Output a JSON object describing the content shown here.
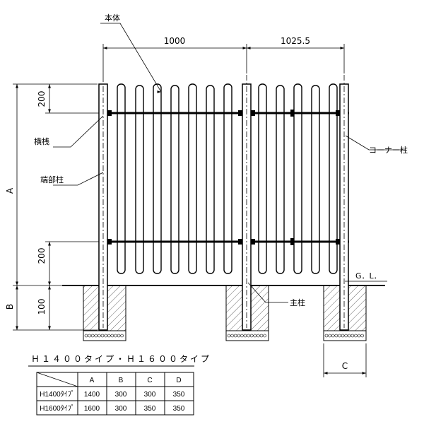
{
  "labels": {
    "honntai": "本体",
    "yokosan": "横桟",
    "tanbu": "端部柱",
    "corner": "コーナー柱",
    "shuchu": "主柱",
    "gl": "G．L．"
  },
  "dimensions": {
    "span_left": "1000",
    "span_right": "1025.5",
    "top_offset": "200",
    "bottom_offset": "200",
    "A": "A",
    "B": "B",
    "embed": "100",
    "C": "C"
  },
  "table": {
    "title": "Ｈ１４００タイプ・Ｈ１６００タイプ",
    "headers": [
      "A",
      "B",
      "C",
      "D"
    ],
    "rows": [
      {
        "type": "H1400ﾀｲﾌﾟ",
        "values": [
          "1400",
          "300",
          "300",
          "350"
        ]
      },
      {
        "type": "H1600ﾀｲﾌﾟ",
        "values": [
          "1600",
          "300",
          "350",
          "350"
        ]
      }
    ]
  }
}
